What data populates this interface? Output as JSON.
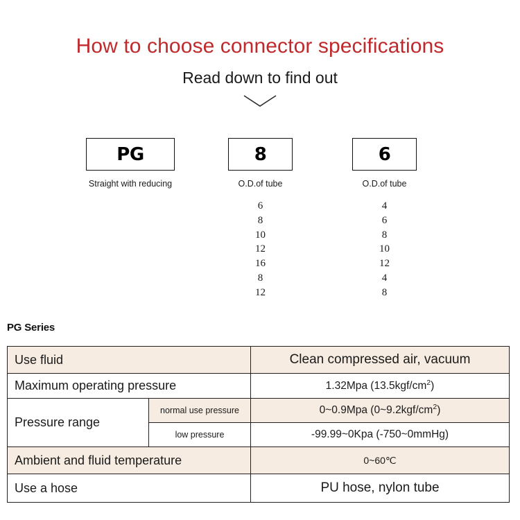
{
  "header": {
    "title": "How to choose connector specifications",
    "subtitle": "Read down to find out",
    "title_color": "#bf2a2d",
    "chevron_icon": "chevron-down-icon"
  },
  "selector": {
    "columns": [
      {
        "code": "PG",
        "caption": "Straight with reducing",
        "options": []
      },
      {
        "code": "8",
        "caption": "O.D.of tube",
        "options": [
          "6",
          "8",
          "10",
          "12",
          "16",
          "8",
          "12"
        ]
      },
      {
        "code": "6",
        "caption": "O.D.of  tube",
        "options": [
          "4",
          "6",
          "8",
          "10",
          "12",
          "4",
          "8"
        ]
      }
    ]
  },
  "spec": {
    "series_label": "PG Series",
    "tint_color": "#f6ece2",
    "rows": {
      "use_fluid": {
        "label": "Use fluid",
        "value": "Clean compressed air, vacuum"
      },
      "max_pressure": {
        "label": "Maximum operating pressure",
        "value_main": "1.32Mpa  (13.5kgf/cm",
        "value_sup": "2",
        "value_tail": ")"
      },
      "pressure_range": {
        "label": "Pressure range",
        "normal": {
          "sublabel": "normal use pressure",
          "value_main": "0~0.9Mpa  (0~9.2kgf/cm",
          "value_sup": "2",
          "value_tail": ")"
        },
        "low": {
          "sublabel": "low pressure",
          "value": "-99.99~0Kpa  (-750~0mmHg)"
        }
      },
      "temperature": {
        "label": "Ambient and fluid temperature",
        "value": "0~60℃"
      },
      "hose": {
        "label": "Use a hose",
        "value": "PU hose, nylon tube"
      }
    }
  }
}
